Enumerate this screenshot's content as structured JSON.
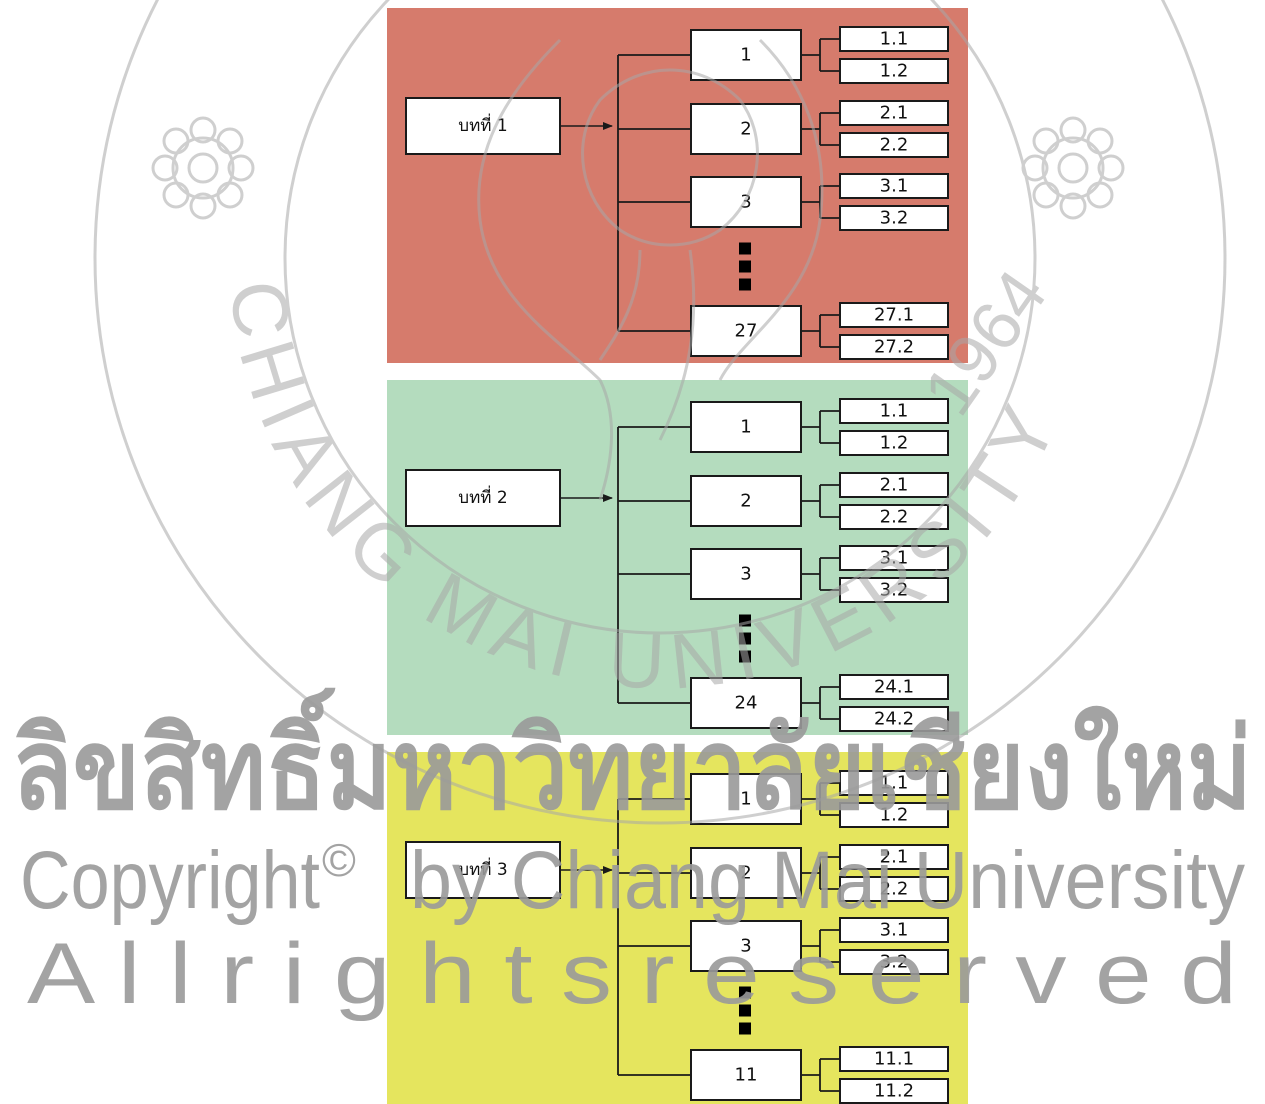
{
  "colors": {
    "panel_1": "#d67b6c",
    "panel_2": "#b4dcbe",
    "panel_3": "#e5e55e",
    "box_fill": "#ffffff",
    "line": "#1a1a1a",
    "watermark": "#9a9a9a"
  },
  "panels": [
    {
      "chapter": "บทที่ 1",
      "color_key": "panel_1",
      "nodes": [
        {
          "label": "1",
          "children": [
            "1.1",
            "1.2"
          ]
        },
        {
          "label": "2",
          "children": [
            "2.1",
            "2.2"
          ]
        },
        {
          "label": "3",
          "children": [
            "3.1",
            "3.2"
          ]
        },
        {
          "label": "27",
          "children": [
            "27.1",
            "27.2"
          ]
        }
      ]
    },
    {
      "chapter": "บทที่ 2",
      "color_key": "panel_2",
      "nodes": [
        {
          "label": "1",
          "children": [
            "1.1",
            "1.2"
          ]
        },
        {
          "label": "2",
          "children": [
            "2.1",
            "2.2"
          ]
        },
        {
          "label": "3",
          "children": [
            "3.1",
            "3.2"
          ]
        },
        {
          "label": "24",
          "children": [
            "24.1",
            "24.2"
          ]
        }
      ]
    },
    {
      "chapter": "บทที่ 3",
      "color_key": "panel_3",
      "nodes": [
        {
          "label": "1",
          "children": [
            "1.1",
            "1.2"
          ]
        },
        {
          "label": "2",
          "children": [
            "2.1",
            "2.2"
          ]
        },
        {
          "label": "3",
          "children": [
            "3.1",
            "3.2"
          ]
        },
        {
          "label": "11",
          "children": [
            "11.1",
            "11.2"
          ]
        }
      ]
    }
  ],
  "watermark": {
    "seal_ring_text_1": "CHIANG MAI UNIVERSITY",
    "seal_ring_text_2": "1964",
    "line_1": "ลิขสิทธิ์มหาวิทยาลัยเชียงใหม่",
    "line_2": "Copyright",
    "line_2_symbol": "©",
    "line_2_rest": "by Chiang Mai University",
    "line_3": "A l l   r i g h t s   r e s e r v e d"
  }
}
